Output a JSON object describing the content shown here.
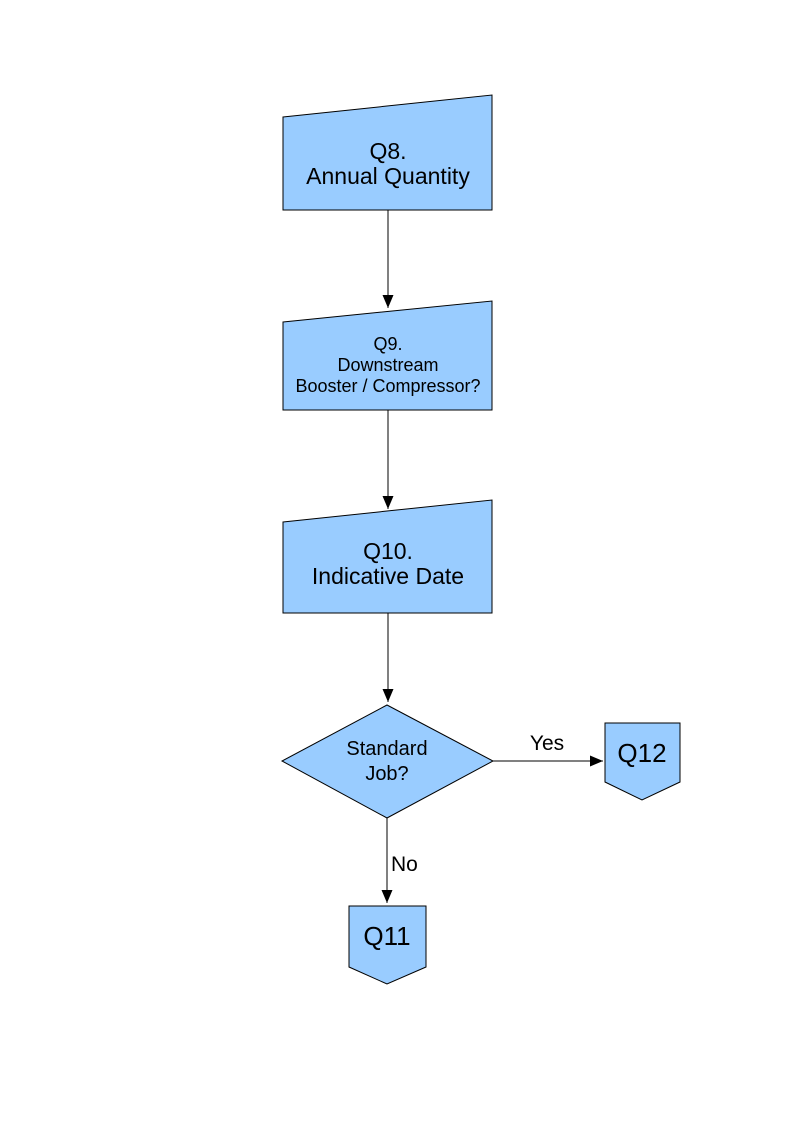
{
  "page": {
    "background": "#FFFFFF"
  },
  "flowchart": {
    "shape_fill": "#99CCFF",
    "shape_stroke": "#000000",
    "text_color": "#000000",
    "nodes": {
      "q8": {
        "shape": "manual-input",
        "line1": "Q8.",
        "line2": "Annual Quantity"
      },
      "q9": {
        "shape": "manual-input",
        "line1": "Q9.",
        "line2": "Downstream",
        "line3": "Booster / Compressor?"
      },
      "q10": {
        "shape": "manual-input",
        "line1": "Q10.",
        "line2": "Indicative Date"
      },
      "decision": {
        "shape": "decision",
        "line1": "Standard",
        "line2": "Job?"
      },
      "q12": {
        "shape": "off-page-connector",
        "label": "Q12"
      },
      "q11": {
        "shape": "off-page-connector",
        "label": "Q11"
      }
    },
    "edges": {
      "yes_label": "Yes",
      "no_label": "No"
    }
  }
}
